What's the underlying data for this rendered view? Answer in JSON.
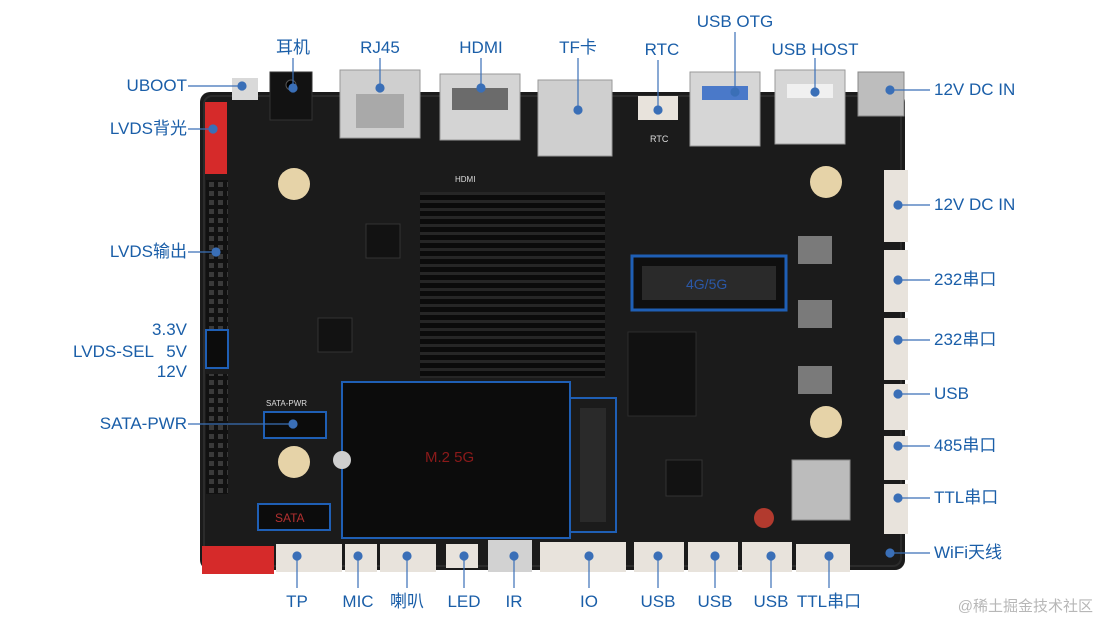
{
  "labels": {
    "top": {
      "earphone": "耳机",
      "rj45": "RJ45",
      "hdmi": "HDMI",
      "tf_card": "TF卡",
      "rtc": "RTC",
      "usb_otg": "USB OTG",
      "usb_host": "USB HOST"
    },
    "left": {
      "uboot": "UBOOT",
      "lvds_backlight": "LVDS背光",
      "lvds_output": "LVDS输出",
      "v33": "3.3V",
      "lvds_sel": "LVDS-SEL",
      "v5": "5V",
      "v12": "12V",
      "sata_pwr": "SATA-PWR"
    },
    "right": {
      "dc_in_1": "12V DC IN",
      "dc_in_2": "12V DC IN",
      "rs232_1": "232串口",
      "rs232_2": "232串口",
      "usb": "USB",
      "rs485": "485串口",
      "ttl": "TTL串口",
      "wifi": "WiFi天线"
    },
    "bottom": {
      "tp": "TP",
      "mic": "MIC",
      "speaker": "喇叭",
      "led": "LED",
      "ir": "IR",
      "io": "IO",
      "usb_1": "USB",
      "usb_2": "USB",
      "usb_3": "USB",
      "ttl": "TTL串口"
    },
    "board": {
      "module_4g5g": "4G/5G",
      "m2": "M.2 5G",
      "sata": "SATA",
      "sata_pwr_silk": "SATA-PWR",
      "rtc_silk": "RTC",
      "hdmi_silk": "HDMI"
    }
  },
  "watermark": "@稀土掘金技术社区",
  "colors": {
    "label": "#1a5ea8",
    "board": "#1b1b1b",
    "highlight_box": "#1f5fb5",
    "connector": "#e8e3dc",
    "header_red": "#d62a2a"
  }
}
